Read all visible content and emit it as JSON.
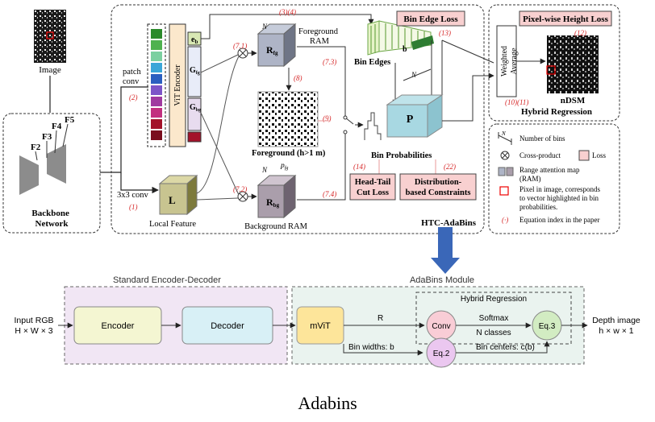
{
  "top": {
    "image_label": "Image",
    "patch_conv": "patch\nconv",
    "conv3x3": "3x3 conv",
    "backbone": "Backbone\nNetwork",
    "features": [
      "F2",
      "F3",
      "F4",
      "F5"
    ],
    "vit_encoder": "ViT Encoder",
    "eb": "e",
    "gfg": "G",
    "gbg": "G",
    "local_feature": "Local Feature",
    "L": "L",
    "rfg": "R",
    "rbg": "R",
    "foreground_ram": "Foreground\nRAM",
    "background_ram": "Background RAM",
    "foreground_caption": "Foreground (h>1 m)",
    "pfg": "p",
    "N1": "N",
    "N2": "N",
    "N3": "N",
    "b": "b",
    "bin_edges": "Bin Edges",
    "bin_edge_loss": "Bin Edge Loss",
    "P": "P",
    "bin_probabilities": "Bin Probabilities",
    "head_tail": "Head-Tail\nCut Loss",
    "distribution": "Distribution-\nbased Constraints",
    "htc": "HTC-AdaBins",
    "weighted_average": "Weighted\nAverage",
    "pixel_height_loss": "Pixel-wise Height Loss",
    "ndsm": "nDSM",
    "hybrid_regression": "Hybrid Regression",
    "eq": {
      "e1": "(1)",
      "e2": "(2)",
      "e3": "(3)(4)",
      "e71": "(7.1)",
      "e72": "(7.2)",
      "e73": "(7.3)",
      "e74": "(7.4)",
      "e8": "(8)",
      "e9": "(9)",
      "e13": "(13)",
      "e14": "(14)",
      "e22": "(22)",
      "e12": "(12)",
      "e1011": "(10)(11)"
    },
    "legend": {
      "bins": "Number of bins",
      "cross": "Cross-product",
      "loss": "Loss",
      "ram": "Range attention map\n(RAM)",
      "pixel": "Pixel in image,  corresponds\nto vector highlighted in bin\nprobabilities.",
      "eqidx": "Equation index in the paper"
    }
  },
  "bottom": {
    "standard_title": "Standard Encoder-Decoder",
    "adabins_title": "AdaBins Module",
    "input": "Input RGB\nH × W × 3",
    "encoder": "Encoder",
    "decoder": "Decoder",
    "mvit": "mViT",
    "R": "R",
    "hybrid_title": "Hybrid Regression",
    "conv": "Conv",
    "softmax": "Softmax",
    "nclasses": "N classes",
    "eq3": "Eq.3",
    "eq2": "Eq.2",
    "bin_widths": "Bin widths: b",
    "bin_centers": "Bin centers: c(b)",
    "output": "Depth image\nh × w × 1"
  },
  "caption": "Adabins",
  "colors": {
    "red_label": "#d62728",
    "loss_fill": "#f8d0d0",
    "standard_bg": "#f1e6f4",
    "adabins_bg": "#eaf3ef",
    "encoder_fill": "#f4f6d2",
    "decoder_fill": "#d8f0f6",
    "mvit_fill": "#fde59a",
    "conv_fill": "#f9cdd6",
    "eq3_fill": "#d2ecc2",
    "eq2_fill": "#ebc7f0",
    "arrow_blue": "#3a67b8"
  }
}
